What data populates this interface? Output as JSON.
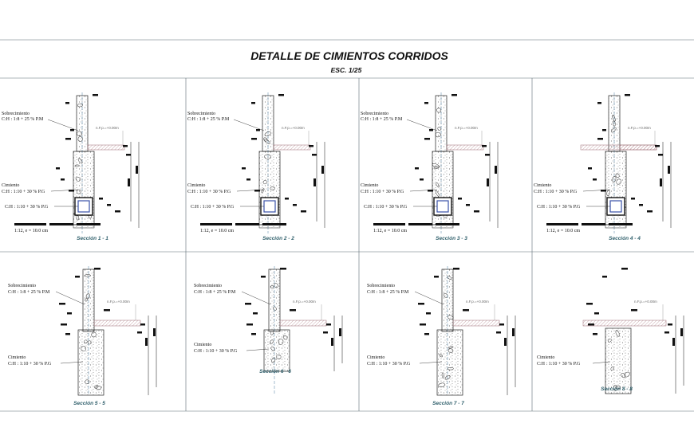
{
  "title": "DETALLE DE CIMIENTOS CORRIDOS",
  "scale": "ESC. 1/25",
  "labels": {
    "sobrecimiento": "Sobrecimiento",
    "sobre_mix": "C:H : 1:8 + 25 % P.M",
    "cimiento": "Cimiento",
    "cim_mix": "C:H : 1:10 + 30 % P.G",
    "bottom_mix": "C:H : 1:10 + 30 % P.G",
    "solado": "1:12, e = 10.0 cm",
    "nivel": "n.F.p.=+0.00m"
  },
  "sections": [
    {
      "name": "Sección 1 - 1",
      "type": "col",
      "side": "right",
      "label_sobre": true
    },
    {
      "name": "Sección 2 - 2",
      "type": "col",
      "side": "right",
      "label_sobre": true
    },
    {
      "name": "Sección 3 - 3",
      "type": "col",
      "side": "right",
      "label_sobre": true
    },
    {
      "name": "Sección 4 - 4",
      "type": "col",
      "side": "both",
      "label_sobre": false
    },
    {
      "name": "Sección 5 - 5",
      "type": "plain",
      "side": "right",
      "label_sobre": true
    },
    {
      "name": "Sección 6 - 6",
      "type": "plain",
      "side": "right",
      "label_sobre": true
    },
    {
      "name": "Sección 7 - 7",
      "type": "plain",
      "side": "right",
      "label_sobre": true
    },
    {
      "name": "Sección 8 - 8",
      "type": "plain",
      "side": "both",
      "label_sobre": false
    }
  ]
}
